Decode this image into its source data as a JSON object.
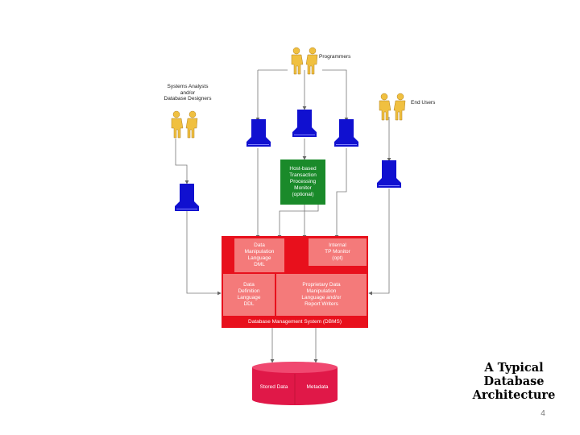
{
  "title": "A Typical\nDatabase\nArchitecture",
  "page_number": "4",
  "actors": {
    "programmers": "Programmers",
    "analysts": "Systems Analysts\nand/or\nDatabase Designers",
    "end_users": "End Users"
  },
  "boxes": {
    "tp_monitor": "Host-based\nTransaction\nProcessing\nMonitor\n(optional)",
    "dml": "Data\nManipulation\nLanguage\nDML",
    "internal_tp": "Internal\nTP Monitor\n(opt)",
    "ddl": "Data\nDefinition\nLanguage\nDDL",
    "proprietary": "Proprietary Data\nManipulation\nLanguage and/or\nReport Writers",
    "dbms": "Database Management System (DBMS)"
  },
  "storage": {
    "stored_data": "Stored Data",
    "metadata": "Metadata"
  },
  "colors": {
    "terminal": "#1010d0",
    "tp_green": "#1a8a2a",
    "dbms_red": "#e8101c",
    "light_red": "#f47a7a",
    "cylinder": "#e01848",
    "person": "#f0c040"
  }
}
